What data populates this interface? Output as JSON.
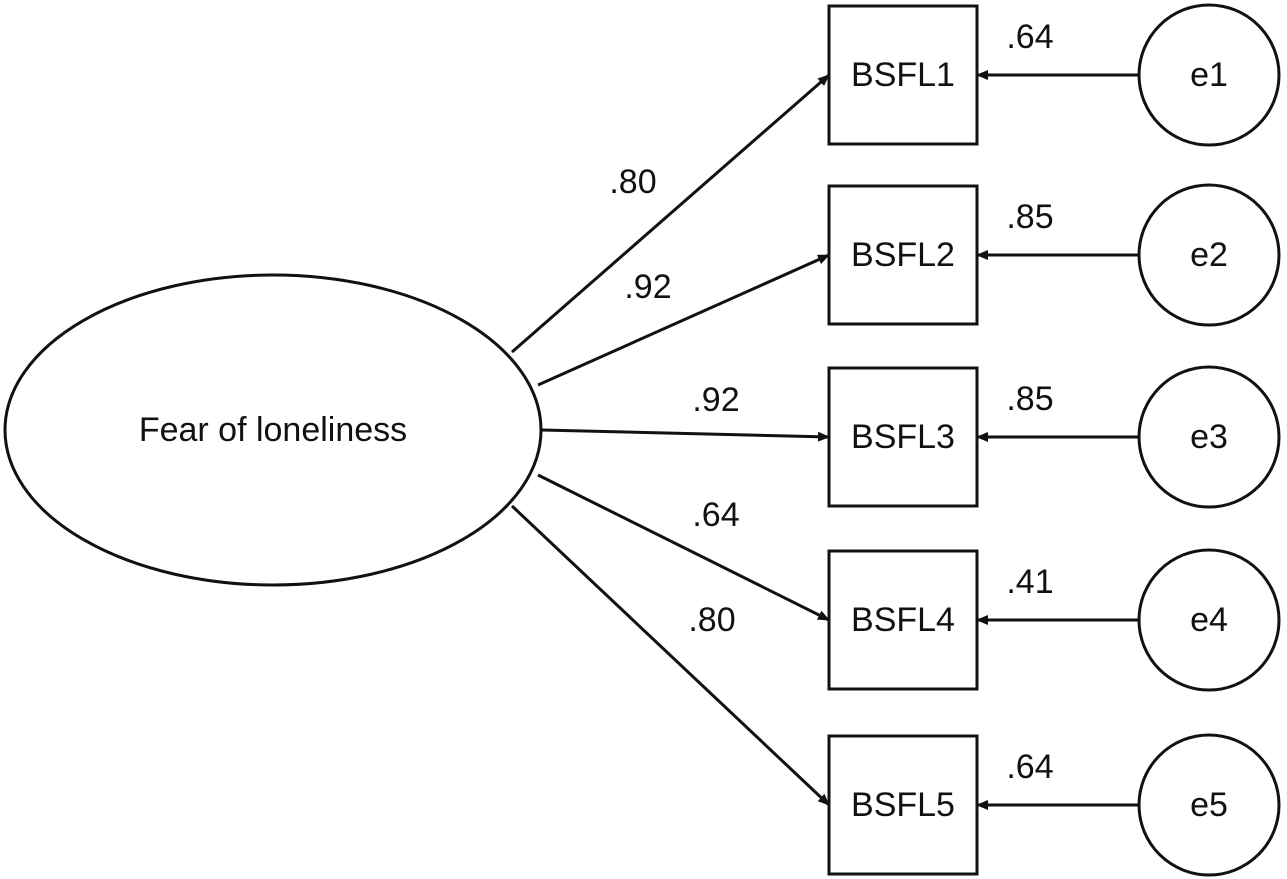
{
  "latent": {
    "label": "Fear of loneliness"
  },
  "indicators": [
    {
      "label": "BSFL1",
      "loading": ".80",
      "error_label": "e1",
      "error_value": ".64"
    },
    {
      "label": "BSFL2",
      "loading": ".92",
      "error_label": "e2",
      "error_value": ".85"
    },
    {
      "label": "BSFL3",
      "loading": ".92",
      "error_label": "e3",
      "error_value": ".85"
    },
    {
      "label": "BSFL4",
      "loading": ".64",
      "error_label": "e4",
      "error_value": ".41"
    },
    {
      "label": "BSFL5",
      "loading": ".80",
      "error_label": "e5",
      "error_value": ".64"
    }
  ]
}
